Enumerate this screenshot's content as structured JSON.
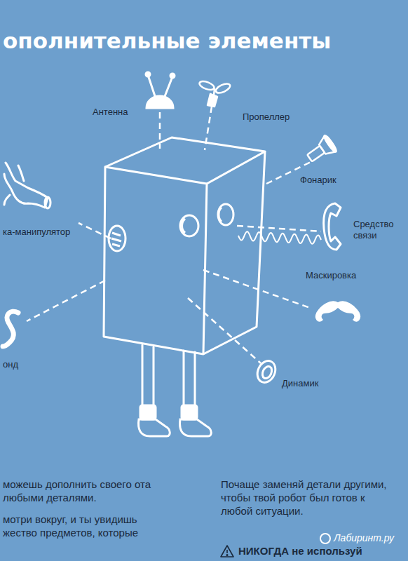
{
  "diagram": {
    "title": "ополнительные элементы",
    "labels": [
      "Антенна",
      "Пропеллер",
      "Фонарик",
      "ка-манипулятор",
      "Средство связи",
      "Маскировка",
      "онд",
      "Динамик",
      "можешь дополнить своего ота любыми деталями.",
      "мотри вокруг, и ты увидишь жество предметов, которые",
      "Почаще заменяй детали другими, чтобы твой робот был готов к любой ситуации.",
      "НИКОГДА не используй",
      "Лабиринт.ру"
    ]
  }
}
